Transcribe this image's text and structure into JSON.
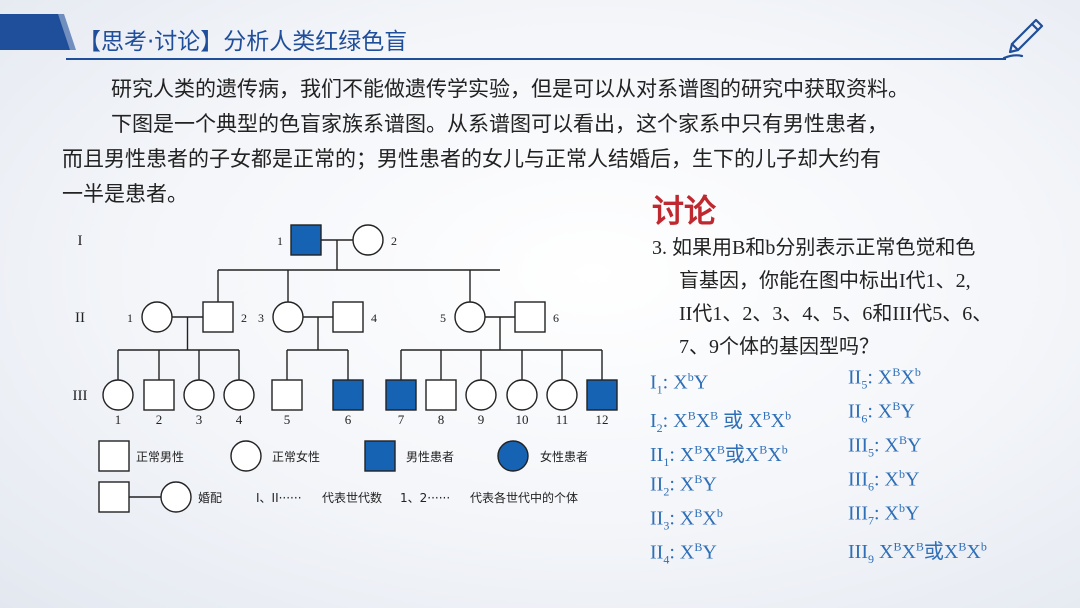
{
  "header": {
    "title": "【思考·讨论】分析人类红绿色盲",
    "accent_color": "#1f4e9a",
    "icon": "pen-icon"
  },
  "intro": [
    "研究人类的遗传病，我们不能做遗传学实验，但是可以从对系谱图的研究中获取资料。",
    "下图是一个典型的色盲家族系谱图。从系谱图可以看出，这个家系中只有男性患者，",
    "而且男性患者的子女都是正常的；男性患者的女儿与正常人结婚后，生下的儿子却大约有",
    "一半是患者。"
  ],
  "discussion": {
    "title": "讨论",
    "title_color": "#c0282f",
    "question_lines": [
      "3. 如果用B和b分别表示正常色觉和色",
      "盲基因，你能在图中标出I代1、2,",
      "II代1、2、3、4、5、6和III代5、6、",
      "7、9个体的基因型吗？"
    ]
  },
  "answers": {
    "color": "#2e6fb7",
    "items": [
      {
        "gen": "I",
        "idx": "1",
        "sep": ":",
        "genotype": [
          {
            "t": "X"
          },
          {
            "sup": "b"
          },
          {
            "t": "Y"
          }
        ]
      },
      {
        "gen": "I",
        "idx": "2",
        "sep": ":",
        "genotype": [
          {
            "t": "X"
          },
          {
            "sup": "B"
          },
          {
            "t": "X"
          },
          {
            "sup": "B"
          },
          {
            "t": " 或 X"
          },
          {
            "sup": "B"
          },
          {
            "t": "X"
          },
          {
            "sup": "b"
          }
        ]
      },
      {
        "gen": "II",
        "idx": "1",
        "sep": ":",
        "genotype": [
          {
            "t": "X"
          },
          {
            "sup": "B"
          },
          {
            "t": "X"
          },
          {
            "sup": "B"
          },
          {
            "t": "或X"
          },
          {
            "sup": "B"
          },
          {
            "t": "X"
          },
          {
            "sup": "b"
          }
        ]
      },
      {
        "gen": "II",
        "idx": "2",
        "sep": ":",
        "genotype": [
          {
            "t": "X"
          },
          {
            "sup": "B"
          },
          {
            "t": "Y"
          }
        ]
      },
      {
        "gen": "II",
        "idx": "3",
        "sep": ":",
        "genotype": [
          {
            "t": "X"
          },
          {
            "sup": "B"
          },
          {
            "t": "X"
          },
          {
            "sup": "b"
          }
        ]
      },
      {
        "gen": "II",
        "idx": "4",
        "sep": ":",
        "genotype": [
          {
            "t": "X"
          },
          {
            "sup": "B"
          },
          {
            "t": "Y"
          }
        ]
      },
      {
        "gen": "II",
        "idx": "5",
        "sep": ":",
        "genotype": [
          {
            "t": "X"
          },
          {
            "sup": "B"
          },
          {
            "t": "X"
          },
          {
            "sup": "b"
          }
        ]
      },
      {
        "gen": "II",
        "idx": "6",
        "sep": ":",
        "genotype": [
          {
            "t": "X"
          },
          {
            "sup": "B"
          },
          {
            "t": "Y"
          }
        ]
      },
      {
        "gen": "III",
        "idx": "5",
        "sep": ":",
        "genotype": [
          {
            "t": "X"
          },
          {
            "sup": "B"
          },
          {
            "t": "Y"
          }
        ]
      },
      {
        "gen": "III",
        "idx": "6",
        "sep": ":",
        "genotype": [
          {
            "t": "X"
          },
          {
            "sup": "b"
          },
          {
            "t": "Y"
          }
        ]
      },
      {
        "gen": "III",
        "idx": "7",
        "sep": ":",
        "genotype": [
          {
            "t": "X"
          },
          {
            "sup": "b"
          },
          {
            "t": "Y"
          }
        ]
      },
      {
        "gen": "III",
        "idx": "9",
        "sep": "",
        "genotype": [
          {
            "t": "X"
          },
          {
            "sup": "B"
          },
          {
            "t": "X"
          },
          {
            "sup": "B"
          },
          {
            "t": "或X"
          },
          {
            "sup": "B"
          },
          {
            "t": "X"
          },
          {
            "sup": "b"
          }
        ]
      }
    ]
  },
  "pedigree": {
    "affected_color": "#1763b3",
    "generation_labels": [
      "I",
      "II",
      "III"
    ],
    "gen1": [
      {
        "num": "1",
        "sex": "male",
        "affected": true
      },
      {
        "num": "2",
        "sex": "female",
        "affected": false
      }
    ],
    "gen2": [
      {
        "num": "1",
        "sex": "female",
        "affected": false
      },
      {
        "num": "2",
        "sex": "male",
        "affected": false
      },
      {
        "num": "3",
        "sex": "female",
        "affected": false
      },
      {
        "num": "4",
        "sex": "male",
        "affected": false
      },
      {
        "num": "5",
        "sex": "female",
        "affected": false
      },
      {
        "num": "6",
        "sex": "male",
        "affected": false
      }
    ],
    "gen3": [
      {
        "num": "1",
        "sex": "female",
        "affected": false
      },
      {
        "num": "2",
        "sex": "male",
        "affected": false
      },
      {
        "num": "3",
        "sex": "female",
        "affected": false
      },
      {
        "num": "4",
        "sex": "female",
        "affected": false
      },
      {
        "num": "5",
        "sex": "male",
        "affected": false
      },
      {
        "num": "6",
        "sex": "male",
        "affected": true
      },
      {
        "num": "7",
        "sex": "male",
        "affected": true
      },
      {
        "num": "8",
        "sex": "male",
        "affected": false
      },
      {
        "num": "9",
        "sex": "female",
        "affected": false
      },
      {
        "num": "10",
        "sex": "female",
        "affected": false
      },
      {
        "num": "11",
        "sex": "female",
        "affected": false
      },
      {
        "num": "12",
        "sex": "male",
        "affected": true
      }
    ],
    "legend": {
      "normal_male": "正常男性",
      "normal_female": "正常女性",
      "affected_male": "男性患者",
      "affected_female": "女性患者",
      "marriage": "婚配",
      "gen_symbol": "I、II······",
      "gen_desc": "代表世代数",
      "ind_symbol": "1、2······",
      "ind_desc": "代表各世代中的个体"
    }
  }
}
